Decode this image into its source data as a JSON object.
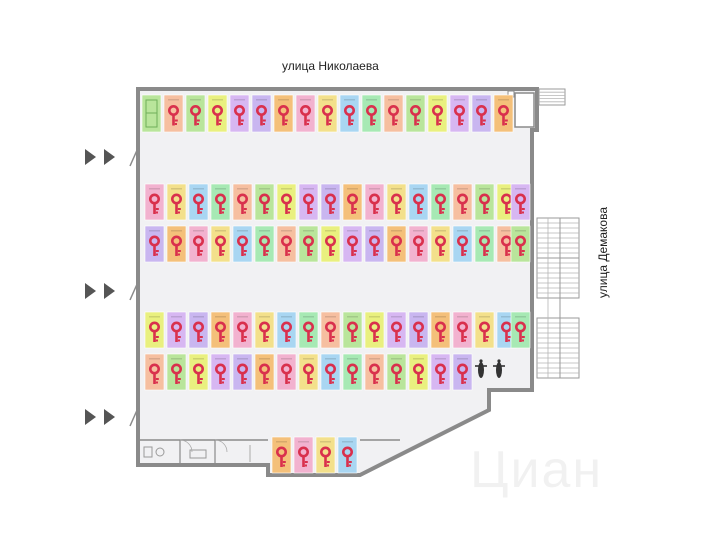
{
  "streets": {
    "top": "улица Николаева",
    "right": "улица Демакова"
  },
  "watermark": "Циан",
  "colors": {
    "wall": "#8a8a8a",
    "floor": "#f1f1f3",
    "spot_palette": [
      "#f6bfa0",
      "#f3e08b",
      "#c9b6f0",
      "#b9e59b",
      "#a9d6f2",
      "#f4c07a",
      "#e9f07f",
      "#a7e9b4",
      "#f2b2cf",
      "#d7b7f2"
    ],
    "key": "#d9304d",
    "arrow": "#555555"
  },
  "icons": {
    "spot": "key-icon",
    "entrance": "chevron-right-icon",
    "motorcycle": "motorcycle-icon"
  }
}
